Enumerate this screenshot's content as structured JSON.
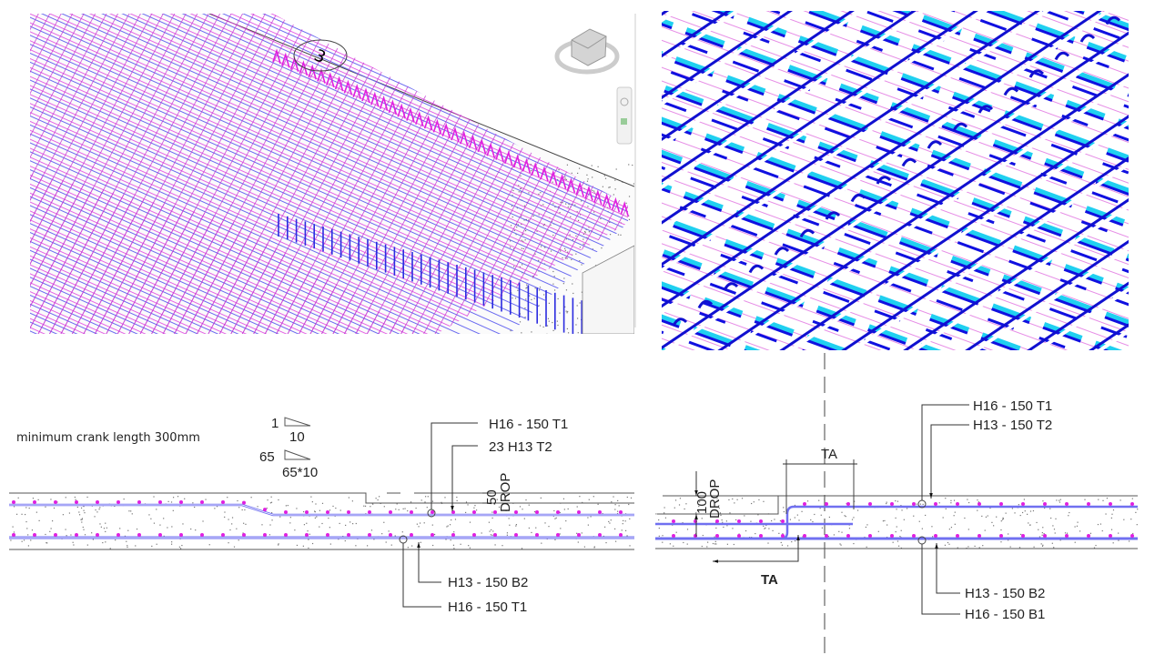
{
  "colors": {
    "rebar_top_mesh": "#e040e0",
    "rebar_bottom": "#2020e0",
    "rebar_cyan": "#20d0f0",
    "section_bar": "#8080f0",
    "bar_dot": "#e020e0",
    "concrete_line": "#555555"
  },
  "view_3d": {
    "grid_bubble": "3",
    "viewcube_icon": "viewcube-icon",
    "nav_bar_icon": "navigation-bar-icon"
  },
  "left_section": {
    "note": "minimum crank length 300mm",
    "slope1_rise": "1",
    "slope1_run": "10",
    "slope2_rise": "65",
    "slope2_run": "65*10",
    "drop_value": "50",
    "drop_label": "DROP",
    "labels": {
      "top1": "H16 - 150  T1",
      "top2": "23 H13 T2",
      "bottom2": "H13 - 150  B2",
      "bottom1": "H16 - 150  T1"
    }
  },
  "right_section": {
    "drop_value": "100",
    "drop_label": "DROP",
    "dim_top": "TA",
    "dim_bottom": "TA",
    "labels": {
      "top1": "H16 - 150  T1",
      "top2": "H13 - 150  T2",
      "bottom2": "H13 - 150  B2",
      "bottom1": "H16 - 150  B1"
    }
  }
}
